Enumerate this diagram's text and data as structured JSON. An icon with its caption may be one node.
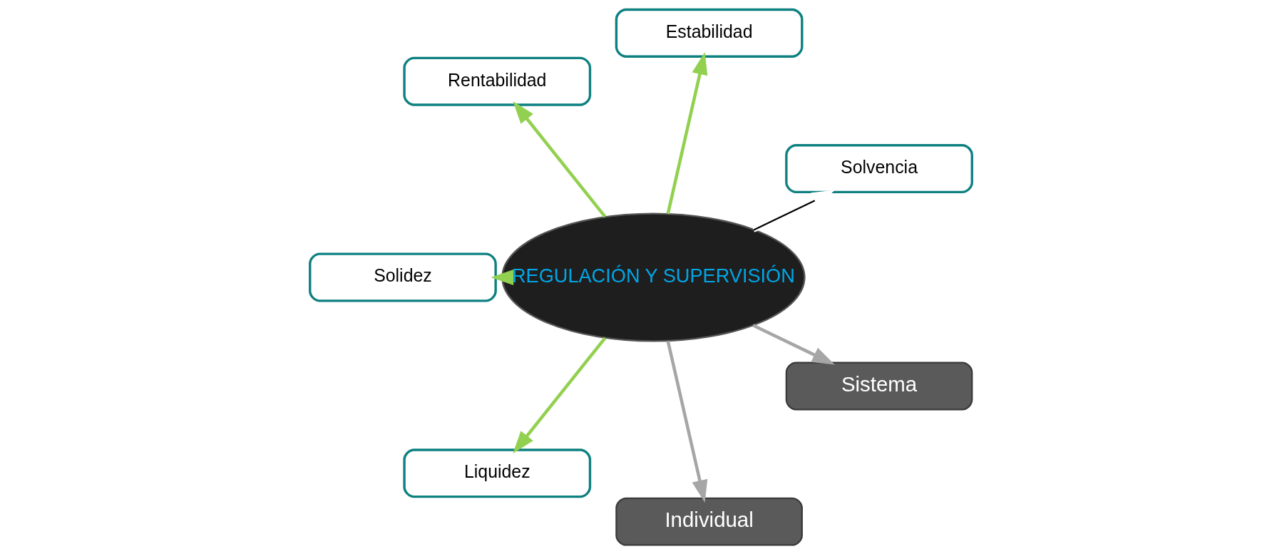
{
  "diagram": {
    "nodes": [
      {
        "text": [
          "Solvencia"
        ]
      },
      {
        "text": [
          "Estabilidad"
        ]
      },
      {
        "text": [
          "Rentabilidad"
        ]
      },
      {
        "text": [
          "Solidez"
        ]
      },
      {
        "text": [
          "REGULACIÓN Y SUPERVISIÓN"
        ]
      },
      {
        "text": [
          "Liquidez"
        ]
      },
      {
        "text": [
          "Individual"
        ]
      },
      {
        "text": [
          "Sistema"
        ]
      }
    ],
    "edges": [
      {
        "from": 4,
        "to": 5,
        "arrow": "to"
      },
      {
        "from": 4,
        "to": 2,
        "arrow": "to"
      },
      {
        "from": 4,
        "to": 1,
        "arrow": "to"
      },
      {
        "from": 4,
        "to": 0,
        "arrow": "to",
        "color": "#ffffff"
      },
      {
        "from": 4,
        "to": 3,
        "arrow": "to"
      },
      {
        "from": 4,
        "to": 6,
        "arrow": "to",
        "color": "#a6a6a6"
      },
      {
        "from": 4,
        "to": 7,
        "arrow": "to",
        "color": "#a6a6a6"
      }
    ]
  }
}
